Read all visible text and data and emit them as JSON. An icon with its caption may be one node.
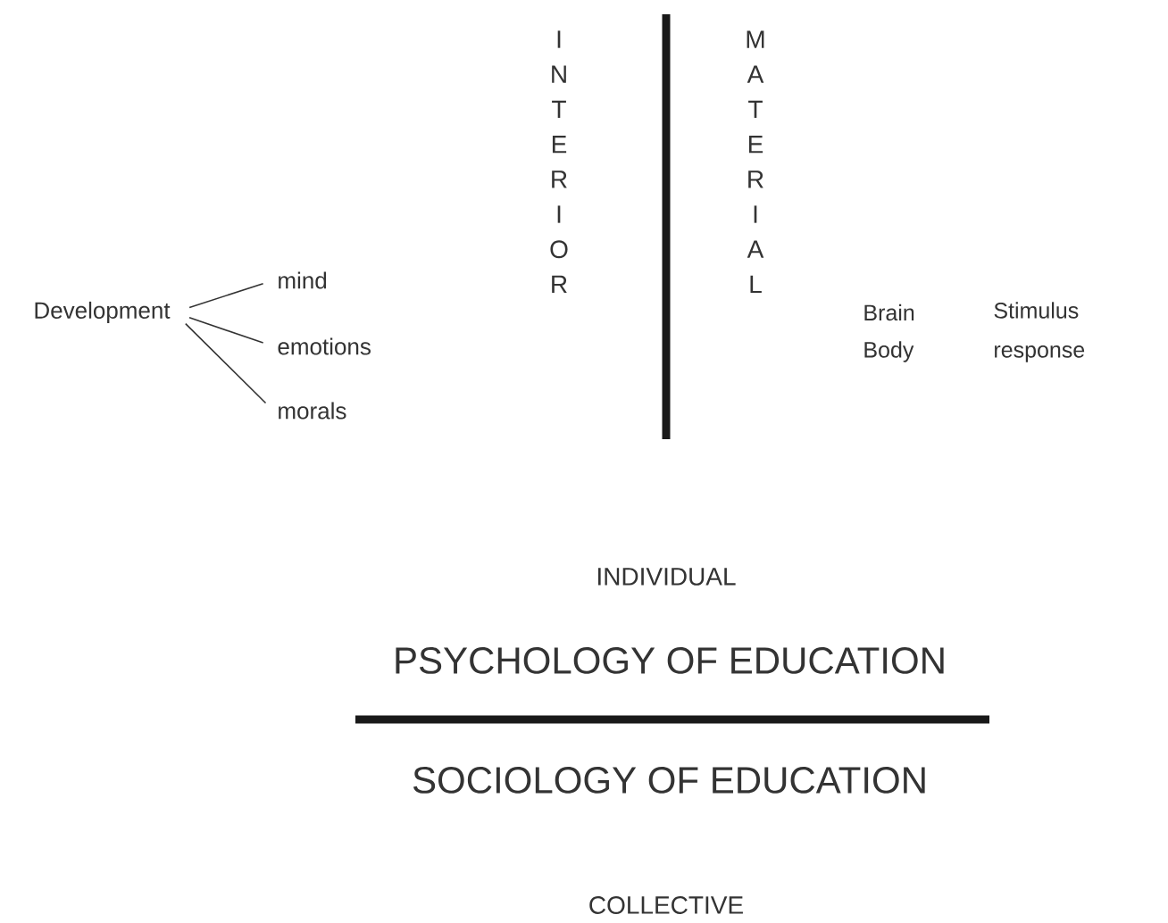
{
  "diagram": {
    "nodes": [
      {
        "text": [
          "Development"
        ]
      },
      {
        "text": [
          "mind"
        ]
      },
      {
        "text": [
          "emotions"
        ]
      },
      {
        "text": [
          "morals"
        ]
      }
    ],
    "edges": [
      {
        "from": 0,
        "to": 1,
        "arrow": "none"
      },
      {
        "from": 0,
        "to": 2,
        "arrow": "none"
      },
      {
        "from": 0,
        "to": 3,
        "arrow": "none"
      }
    ],
    "labels": [
      "INTERIOR",
      "MATERIAL",
      "Brain",
      "Body",
      "Stimulus response",
      "INDIVIDUAL",
      "PSYCHOLOGY OF EDUCATION",
      "SOCIOLOGY OF EDUCATION",
      "COLLECTIVE"
    ]
  }
}
